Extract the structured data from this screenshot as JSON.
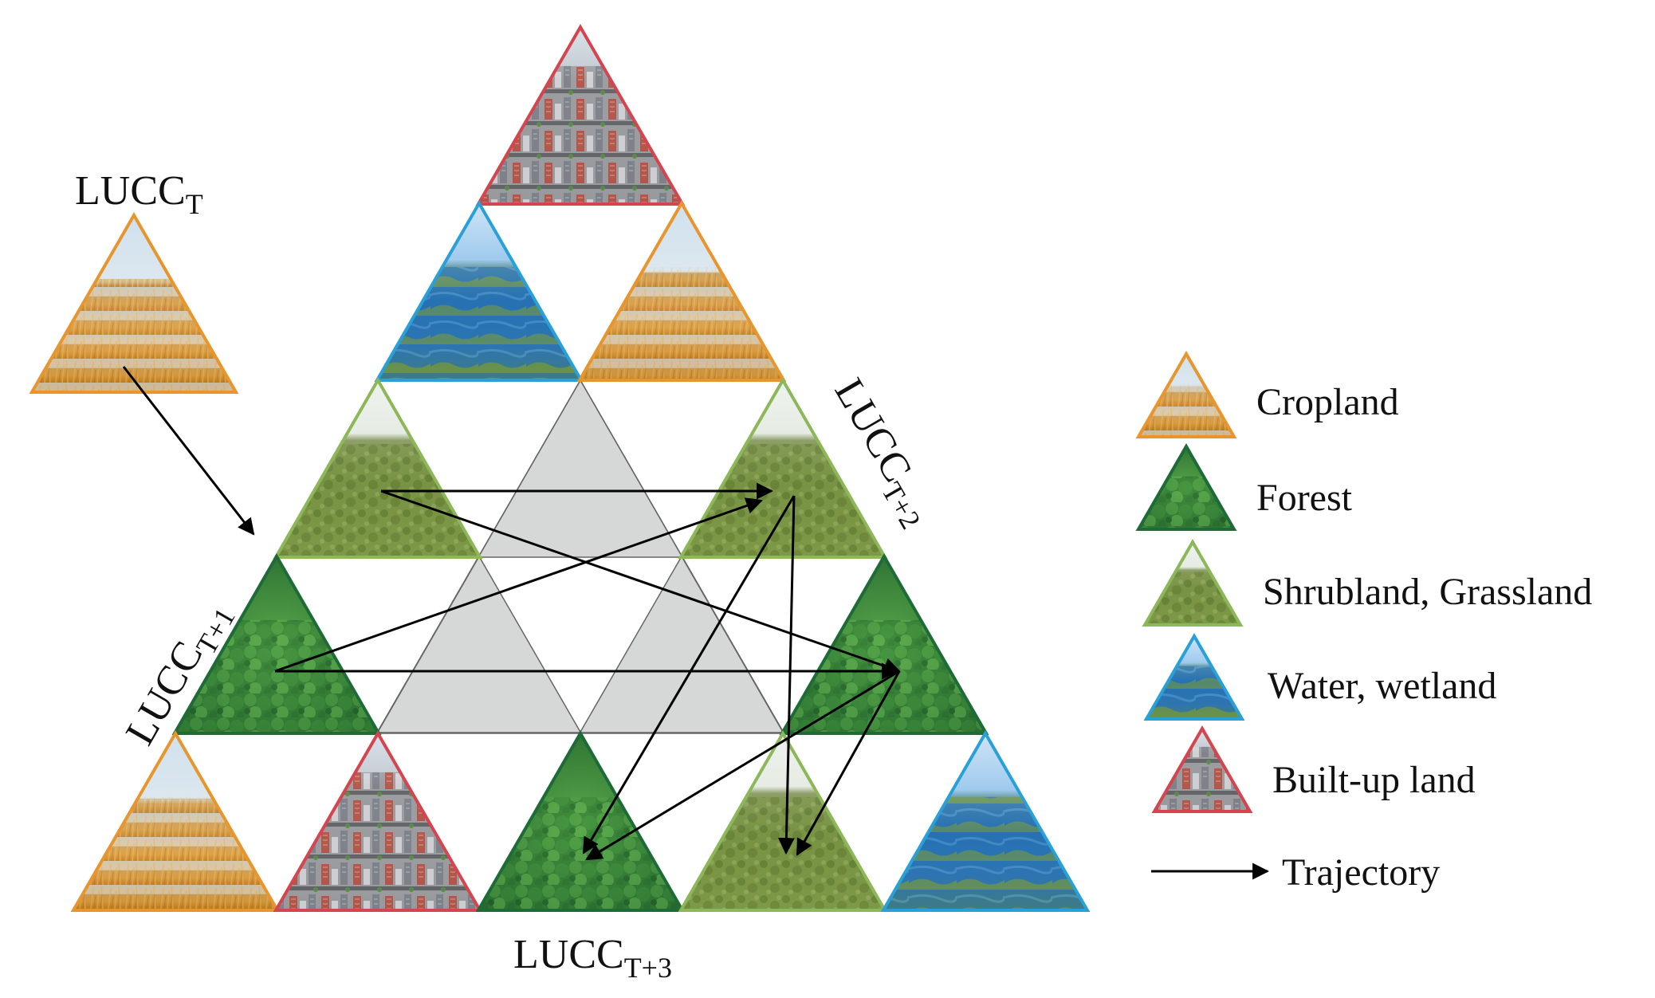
{
  "labels": {
    "lucc_t": {
      "base": "LUCC",
      "sub": "T"
    },
    "lucc_t1": {
      "base": "LUCC",
      "sub": "T+1"
    },
    "lucc_t2": {
      "base": "LUCC",
      "sub": "T+2"
    },
    "lucc_t3": {
      "base": "LUCC",
      "sub": "T+3"
    }
  },
  "legend": [
    {
      "key": "cropland",
      "label": "Cropland"
    },
    {
      "key": "forest",
      "label": "Forest"
    },
    {
      "key": "shrub",
      "label": "Shrubland, Grassland"
    },
    {
      "key": "water",
      "label": "Water, wetland"
    },
    {
      "key": "built",
      "label": "Built-up land"
    },
    {
      "key": "trajectory",
      "label": "Trajectory"
    }
  ],
  "colors": {
    "cropland": "#e8952e",
    "forest": "#1e6b38",
    "shrub": "#8cb85a",
    "water": "#2aa0d8",
    "built": "#d4454f",
    "center_fill": "#d6d8d7",
    "arrow": "#000000"
  },
  "icons": {
    "cropland": "wheat-field-icon",
    "forest": "forest-canopy-icon",
    "shrub": "grassland-icon",
    "water": "wetland-icon",
    "built": "city-icon"
  }
}
